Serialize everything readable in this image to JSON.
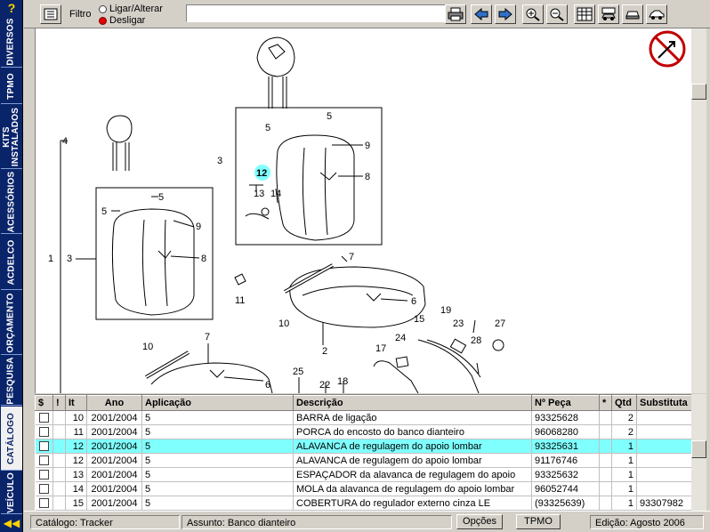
{
  "sidebar": {
    "help_label": "?",
    "tabs": [
      {
        "label": "DIVERSOS",
        "active": false
      },
      {
        "label": "TPMO",
        "active": false
      },
      {
        "label": "KITS INSTALADOS",
        "active": false
      },
      {
        "label": "ACESSÓRIOS",
        "active": false
      },
      {
        "label": "ACDELCO",
        "active": false
      },
      {
        "label": "ORÇAMENTO",
        "active": false
      },
      {
        "label": "PESQUISA",
        "active": false
      },
      {
        "label": "CATÁLOGO",
        "active": true
      },
      {
        "label": "VEÍCULO",
        "active": false
      }
    ],
    "back_label": "◀◀"
  },
  "toolbar": {
    "filter_label": "Filtro",
    "radio_on_label": "Ligar/Alterar",
    "radio_off_label": "Desligar",
    "search_value": "",
    "buttons": [
      "print-icon",
      "arrow-left-icon",
      "arrow-right-icon",
      "zoom-in-icon",
      "zoom-out-icon",
      "grid-icon",
      "car-settings-icon",
      "car-front-icon",
      "car-side-icon"
    ]
  },
  "diagram": {
    "callouts": [
      "1",
      "3",
      "4",
      "5",
      "5",
      "8",
      "9",
      "11",
      "3",
      "5",
      "5",
      "12",
      "13",
      "14",
      "8",
      "9",
      "7",
      "6",
      "10",
      "2",
      "19",
      "15",
      "23",
      "27",
      "17",
      "24",
      "28",
      "7",
      "6",
      "10",
      "25",
      "22",
      "18"
    ]
  },
  "table": {
    "columns": [
      "$",
      "!",
      "It",
      "Ano",
      "Aplicação",
      "Descrição",
      "Nº Peça",
      "*",
      "Qtd",
      "Substituta"
    ],
    "rows": [
      {
        "it": "10",
        "ano": "2001/2004",
        "aplic": "5",
        "desc": "BARRA de ligação",
        "peca": "93325628",
        "star": "",
        "qtd": "2",
        "subst": "",
        "selected": false
      },
      {
        "it": "11",
        "ano": "2001/2004",
        "aplic": "5",
        "desc": "PORCA do encosto do banco dianteiro",
        "peca": "96068280",
        "star": "",
        "qtd": "2",
        "subst": "",
        "selected": false
      },
      {
        "it": "12",
        "ano": "2001/2004",
        "aplic": "5",
        "desc": "ALAVANCA de regulagem do apoio lombar",
        "peca": "93325631",
        "star": "",
        "qtd": "1",
        "subst": "",
        "selected": true
      },
      {
        "it": "12",
        "ano": "2001/2004",
        "aplic": "5",
        "desc": "ALAVANCA de regulagem do apoio lombar",
        "peca": "91176746",
        "star": "",
        "qtd": "1",
        "subst": "",
        "selected": false
      },
      {
        "it": "13",
        "ano": "2001/2004",
        "aplic": "5",
        "desc": "ESPAÇADOR da alavanca de regulagem do apoio",
        "peca": "93325632",
        "star": "",
        "qtd": "1",
        "subst": "",
        "selected": false
      },
      {
        "it": "14",
        "ano": "2001/2004",
        "aplic": "5",
        "desc": "MOLA da alavanca de regulagem do apoio lombar",
        "peca": "96052744",
        "star": "",
        "qtd": "1",
        "subst": "",
        "selected": false
      },
      {
        "it": "15",
        "ano": "2001/2004",
        "aplic": "5",
        "desc": "COBERTURA do regulador externo cinza LE",
        "peca": "(93325639)",
        "star": "",
        "qtd": "1",
        "subst": "93307982",
        "selected": false
      }
    ]
  },
  "status": {
    "catalog": "Catálogo: Tracker",
    "subject": "Assunto: Banco dianteiro",
    "options_label": "Opções",
    "tpmo_label": "TPMO",
    "edition": "Edição: Agosto 2006"
  }
}
